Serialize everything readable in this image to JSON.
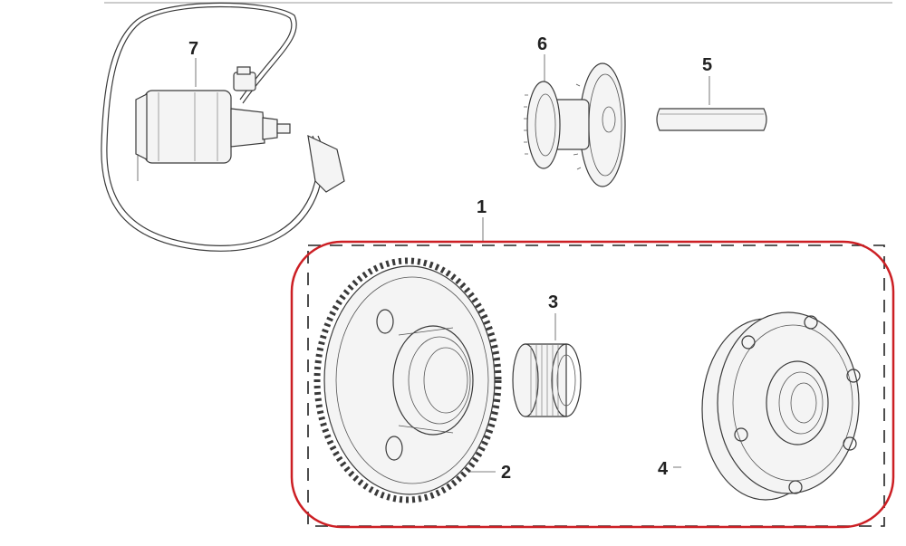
{
  "callouts": {
    "c1": "1",
    "c2": "2",
    "c3": "3",
    "c4": "4",
    "c5": "5",
    "c6": "6",
    "c7": "7"
  },
  "colors": {
    "highlight": "#cc1f24",
    "line_art": "#3a3a3a",
    "background": "#ffffff"
  },
  "icons": [
    "starter-motor-icon",
    "idler-gear-icon",
    "gear-shaft-icon",
    "starter-clutch-gear-icon",
    "needle-bearing-icon",
    "one-way-clutch-icon"
  ]
}
